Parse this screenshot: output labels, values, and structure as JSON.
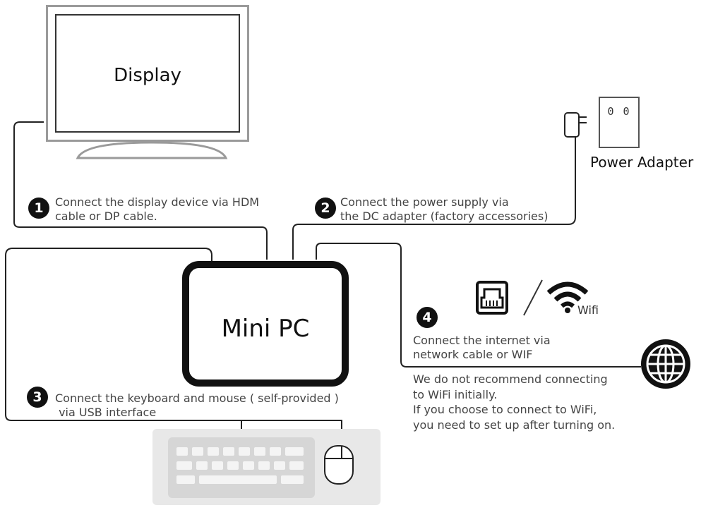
{
  "devices": {
    "display": "Display",
    "mini_pc": "Mini PC",
    "power_adapter": "Power Adapter",
    "outlet_holes": "0 0",
    "wifi": "Wifi"
  },
  "steps": [
    {
      "number": "1",
      "lines": [
        "Connect the display device via HDM",
        "cable or DP cable."
      ]
    },
    {
      "number": "2",
      "lines": [
        "Connect the power supply via",
        "the DC adapter (factory accessories)"
      ]
    },
    {
      "number": "3",
      "lines": [
        "Connect the keyboard and mouse ( self-provided )",
        " via USB interface"
      ]
    },
    {
      "number": "4",
      "lines": [
        "Connect the internet via",
        "network cable or WIF"
      ]
    }
  ],
  "note": [
    "We do not recommend connecting",
    "to WiFi initially.",
    "If you choose to connect to WiFi,",
    "you need to set up after turning on."
  ],
  "icons": [
    "ethernet-port-icon",
    "wifi-icon",
    "globe-icon",
    "power-plug-icon",
    "keyboard-icon",
    "mouse-icon"
  ],
  "colors": {
    "ink": "#111111",
    "text": "#444444",
    "monitor_frame": "#9a9a9a",
    "keyboard_tray": "#e8e8e8",
    "key": "#bcbcbc"
  }
}
